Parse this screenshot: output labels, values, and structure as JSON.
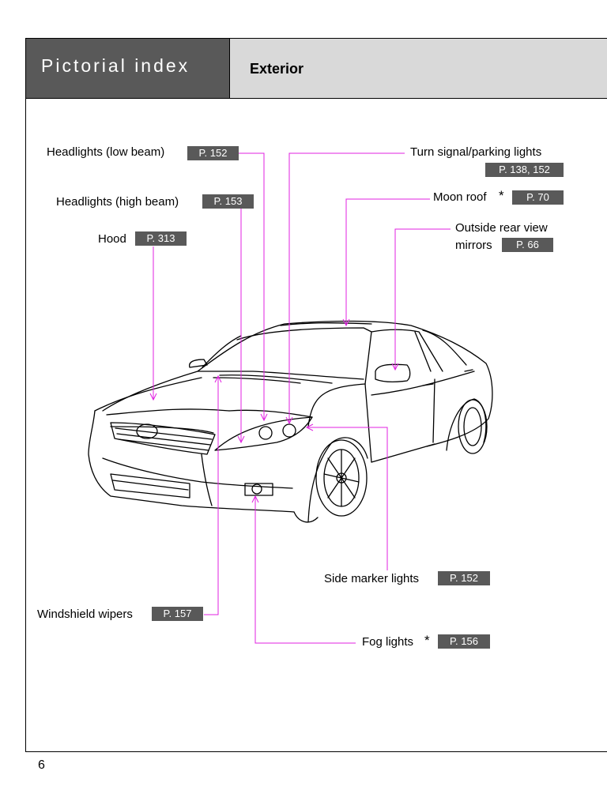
{
  "header": {
    "title": "Pictorial index",
    "section": "Exterior"
  },
  "labels": {
    "low_beam": {
      "text": "Headlights (low beam)",
      "ref": "P. 152"
    },
    "high_beam": {
      "text": "Headlights (high beam)",
      "ref": "P. 153"
    },
    "hood": {
      "text": "Hood",
      "ref": "P. 313"
    },
    "turn_signal": {
      "text": "Turn signal/parking lights",
      "ref": "P. 138, 152"
    },
    "moon_roof": {
      "text": "Moon roof",
      "asterisk": "*",
      "ref": "P. 70"
    },
    "mirrors": {
      "line1": "Outside rear view",
      "line2": "mirrors",
      "ref": "P. 66"
    },
    "side_marker": {
      "text": "Side marker lights",
      "ref": "P. 152"
    },
    "wipers": {
      "text": "Windshield wipers",
      "ref": "P. 157"
    },
    "fog": {
      "text": "Fog lights",
      "asterisk": "*",
      "ref": "P. 156"
    }
  },
  "page_number": "6",
  "colors": {
    "header_dark": "#595959",
    "header_light": "#d9d9d9",
    "leader": "#e020e0",
    "ref_box": "#595959"
  }
}
